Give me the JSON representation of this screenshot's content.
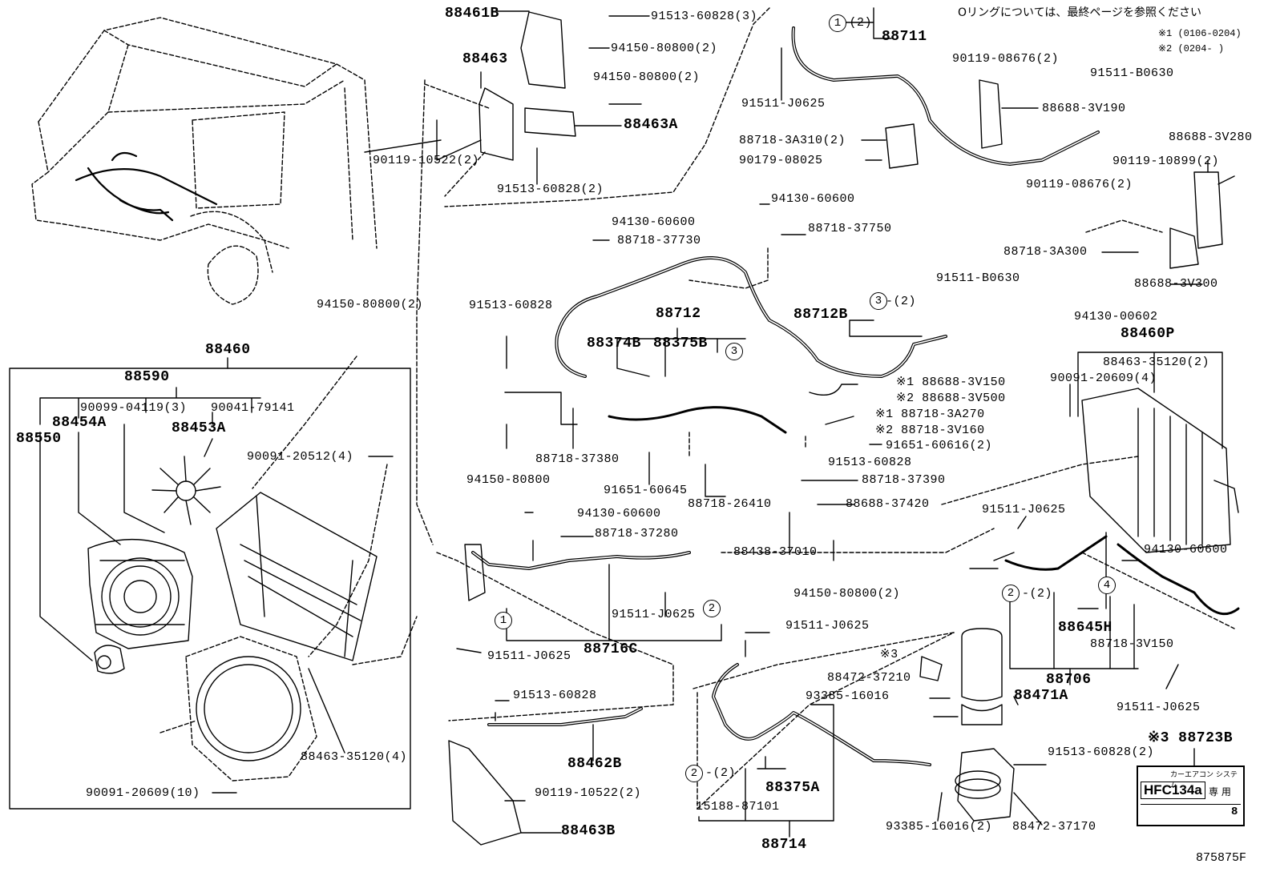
{
  "notes": {
    "oring": "Oリングについては、最終ページを参照ください",
    "n1": "※1 (0106-0204)",
    "n2": "※2 (0204-        )"
  },
  "labels": [
    {
      "id": "l01",
      "text": "88461B",
      "big": true
    },
    {
      "id": "l02",
      "text": "91513-60828(3)"
    },
    {
      "id": "l03",
      "text": "94150-80800(2)"
    },
    {
      "id": "l04",
      "text": "88463",
      "big": true
    },
    {
      "id": "l05",
      "text": "94150-80800(2)"
    },
    {
      "id": "l06",
      "text": "88463A",
      "big": true
    },
    {
      "id": "l07",
      "text": "90119-10522(2)"
    },
    {
      "id": "l08",
      "text": "91513-60828(2)"
    },
    {
      "id": "l09",
      "text": "-(2)"
    },
    {
      "id": "l10",
      "text": "88711",
      "big": true
    },
    {
      "id": "l11",
      "text": "91511-J0625"
    },
    {
      "id": "l12",
      "text": "90119-08676(2)"
    },
    {
      "id": "l13",
      "text": "91511-B0630"
    },
    {
      "id": "l14",
      "text": "88688-3V190"
    },
    {
      "id": "l15",
      "text": "88718-3A310(2)"
    },
    {
      "id": "l16",
      "text": "90179-08025"
    },
    {
      "id": "l17",
      "text": "88688-3V280"
    },
    {
      "id": "l18",
      "text": "90119-10899(2)"
    },
    {
      "id": "l19",
      "text": "90119-08676(2)"
    },
    {
      "id": "l20",
      "text": "94130-60600"
    },
    {
      "id": "l21",
      "text": "88718-37750"
    },
    {
      "id": "l22",
      "text": "88718-3A300"
    },
    {
      "id": "l23",
      "text": "88688-3V300"
    },
    {
      "id": "l24",
      "text": "94130-00602"
    },
    {
      "id": "l25",
      "text": "94130-60600"
    },
    {
      "id": "l26",
      "text": "88718-37730"
    },
    {
      "id": "l27",
      "text": "91511-B0630"
    },
    {
      "id": "l28",
      "text": "88712B",
      "big": true
    },
    {
      "id": "l29",
      "text": "-(2)"
    },
    {
      "id": "l30",
      "text": "88712",
      "big": true
    },
    {
      "id": "l31",
      "text": "88374B",
      "big": true
    },
    {
      "id": "l32",
      "text": "88375B",
      "big": true
    },
    {
      "id": "l33",
      "text": "91513-60828"
    },
    {
      "id": "l34",
      "text": "88460P",
      "big": true
    },
    {
      "id": "l35",
      "text": "88463-35120(2)"
    },
    {
      "id": "l36",
      "text": "90091-20609(4)"
    },
    {
      "id": "l37",
      "text": "※1 88688-3V150"
    },
    {
      "id": "l38",
      "text": "※2 88688-3V500"
    },
    {
      "id": "l39",
      "text": "※1 88718-3A270"
    },
    {
      "id": "l40",
      "text": "※2 88718-3V160"
    },
    {
      "id": "l41",
      "text": "91651-60616(2)"
    },
    {
      "id": "l42",
      "text": "94150-80800(2)"
    },
    {
      "id": "l43",
      "text": "88460",
      "big": true
    },
    {
      "id": "l44",
      "text": "88590",
      "big": true
    },
    {
      "id": "l45",
      "text": "90099-04119(3)"
    },
    {
      "id": "l46",
      "text": "90041-79141"
    },
    {
      "id": "l47",
      "text": "88454A",
      "big": true
    },
    {
      "id": "l48",
      "text": "88453A",
      "big": true
    },
    {
      "id": "l49",
      "text": "88550",
      "big": true
    },
    {
      "id": "l50",
      "text": "90091-20512(4)"
    },
    {
      "id": "l51",
      "text": "88718-37380"
    },
    {
      "id": "l52",
      "text": "94150-80800"
    },
    {
      "id": "l53",
      "text": "91651-60645"
    },
    {
      "id": "l54",
      "text": "88718-26410"
    },
    {
      "id": "l55",
      "text": "91513-60828"
    },
    {
      "id": "l56",
      "text": "88718-37390"
    },
    {
      "id": "l57",
      "text": "88688-37420"
    },
    {
      "id": "l58",
      "text": "94130-60600"
    },
    {
      "id": "l59",
      "text": "88718-37280"
    },
    {
      "id": "l60",
      "text": "88438-37010"
    },
    {
      "id": "l61",
      "text": "91511-J0625"
    },
    {
      "id": "l62",
      "text": "94130-60600"
    },
    {
      "id": "l63",
      "text": "94150-80800(2)"
    },
    {
      "id": "l64",
      "text": "91511-J0625"
    },
    {
      "id": "l65",
      "text": "-(2)"
    },
    {
      "id": "l66",
      "text": "88645H",
      "big": true
    },
    {
      "id": "l67",
      "text": "88718-3V150"
    },
    {
      "id": "l68",
      "text": "91511-J0625"
    },
    {
      "id": "l69",
      "text": "91511-J0625"
    },
    {
      "id": "l70",
      "text": "88716C",
      "big": true
    },
    {
      "id": "l71",
      "text": "88706",
      "big": true
    },
    {
      "id": "l72",
      "text": "91511-J0625"
    },
    {
      "id": "l73",
      "text": "※3"
    },
    {
      "id": "l74",
      "text": "88472-37210"
    },
    {
      "id": "l75",
      "text": "93385-16016"
    },
    {
      "id": "l76",
      "text": "88471A",
      "big": true
    },
    {
      "id": "l77",
      "text": "91513-60828"
    },
    {
      "id": "l78",
      "text": "88462B",
      "big": true
    },
    {
      "id": "l79",
      "text": "88463-35120(4)"
    },
    {
      "id": "l80",
      "text": "90119-10522(2)"
    },
    {
      "id": "l81",
      "text": "90091-20609(10)"
    },
    {
      "id": "l82",
      "text": "88463B",
      "big": true
    },
    {
      "id": "l83",
      "text": "-(2)"
    },
    {
      "id": "l84",
      "text": "88375A",
      "big": true
    },
    {
      "id": "l85",
      "text": "15188-87101"
    },
    {
      "id": "l86",
      "text": "88714",
      "big": true
    },
    {
      "id": "l87",
      "text": "91513-60828(2)"
    },
    {
      "id": "l88",
      "text": "93385-16016(2)"
    },
    {
      "id": "l89",
      "text": "88472-37170"
    },
    {
      "id": "l90",
      "text": "※3 88723B",
      "big": true
    }
  ],
  "circles": [
    {
      "id": "c1",
      "text": "1"
    },
    {
      "id": "c2",
      "text": "3"
    },
    {
      "id": "c3",
      "text": "3"
    },
    {
      "id": "c4",
      "text": "1"
    },
    {
      "id": "c5",
      "text": "2"
    },
    {
      "id": "c6",
      "text": "2"
    },
    {
      "id": "c7",
      "text": "4"
    },
    {
      "id": "c8",
      "text": "2"
    }
  ],
  "label_card": {
    "header": "カーエアコン システム",
    "refrigerant": "HFC134a",
    "use": "専 用",
    "foot": "8"
  },
  "ref_number": "875875F"
}
